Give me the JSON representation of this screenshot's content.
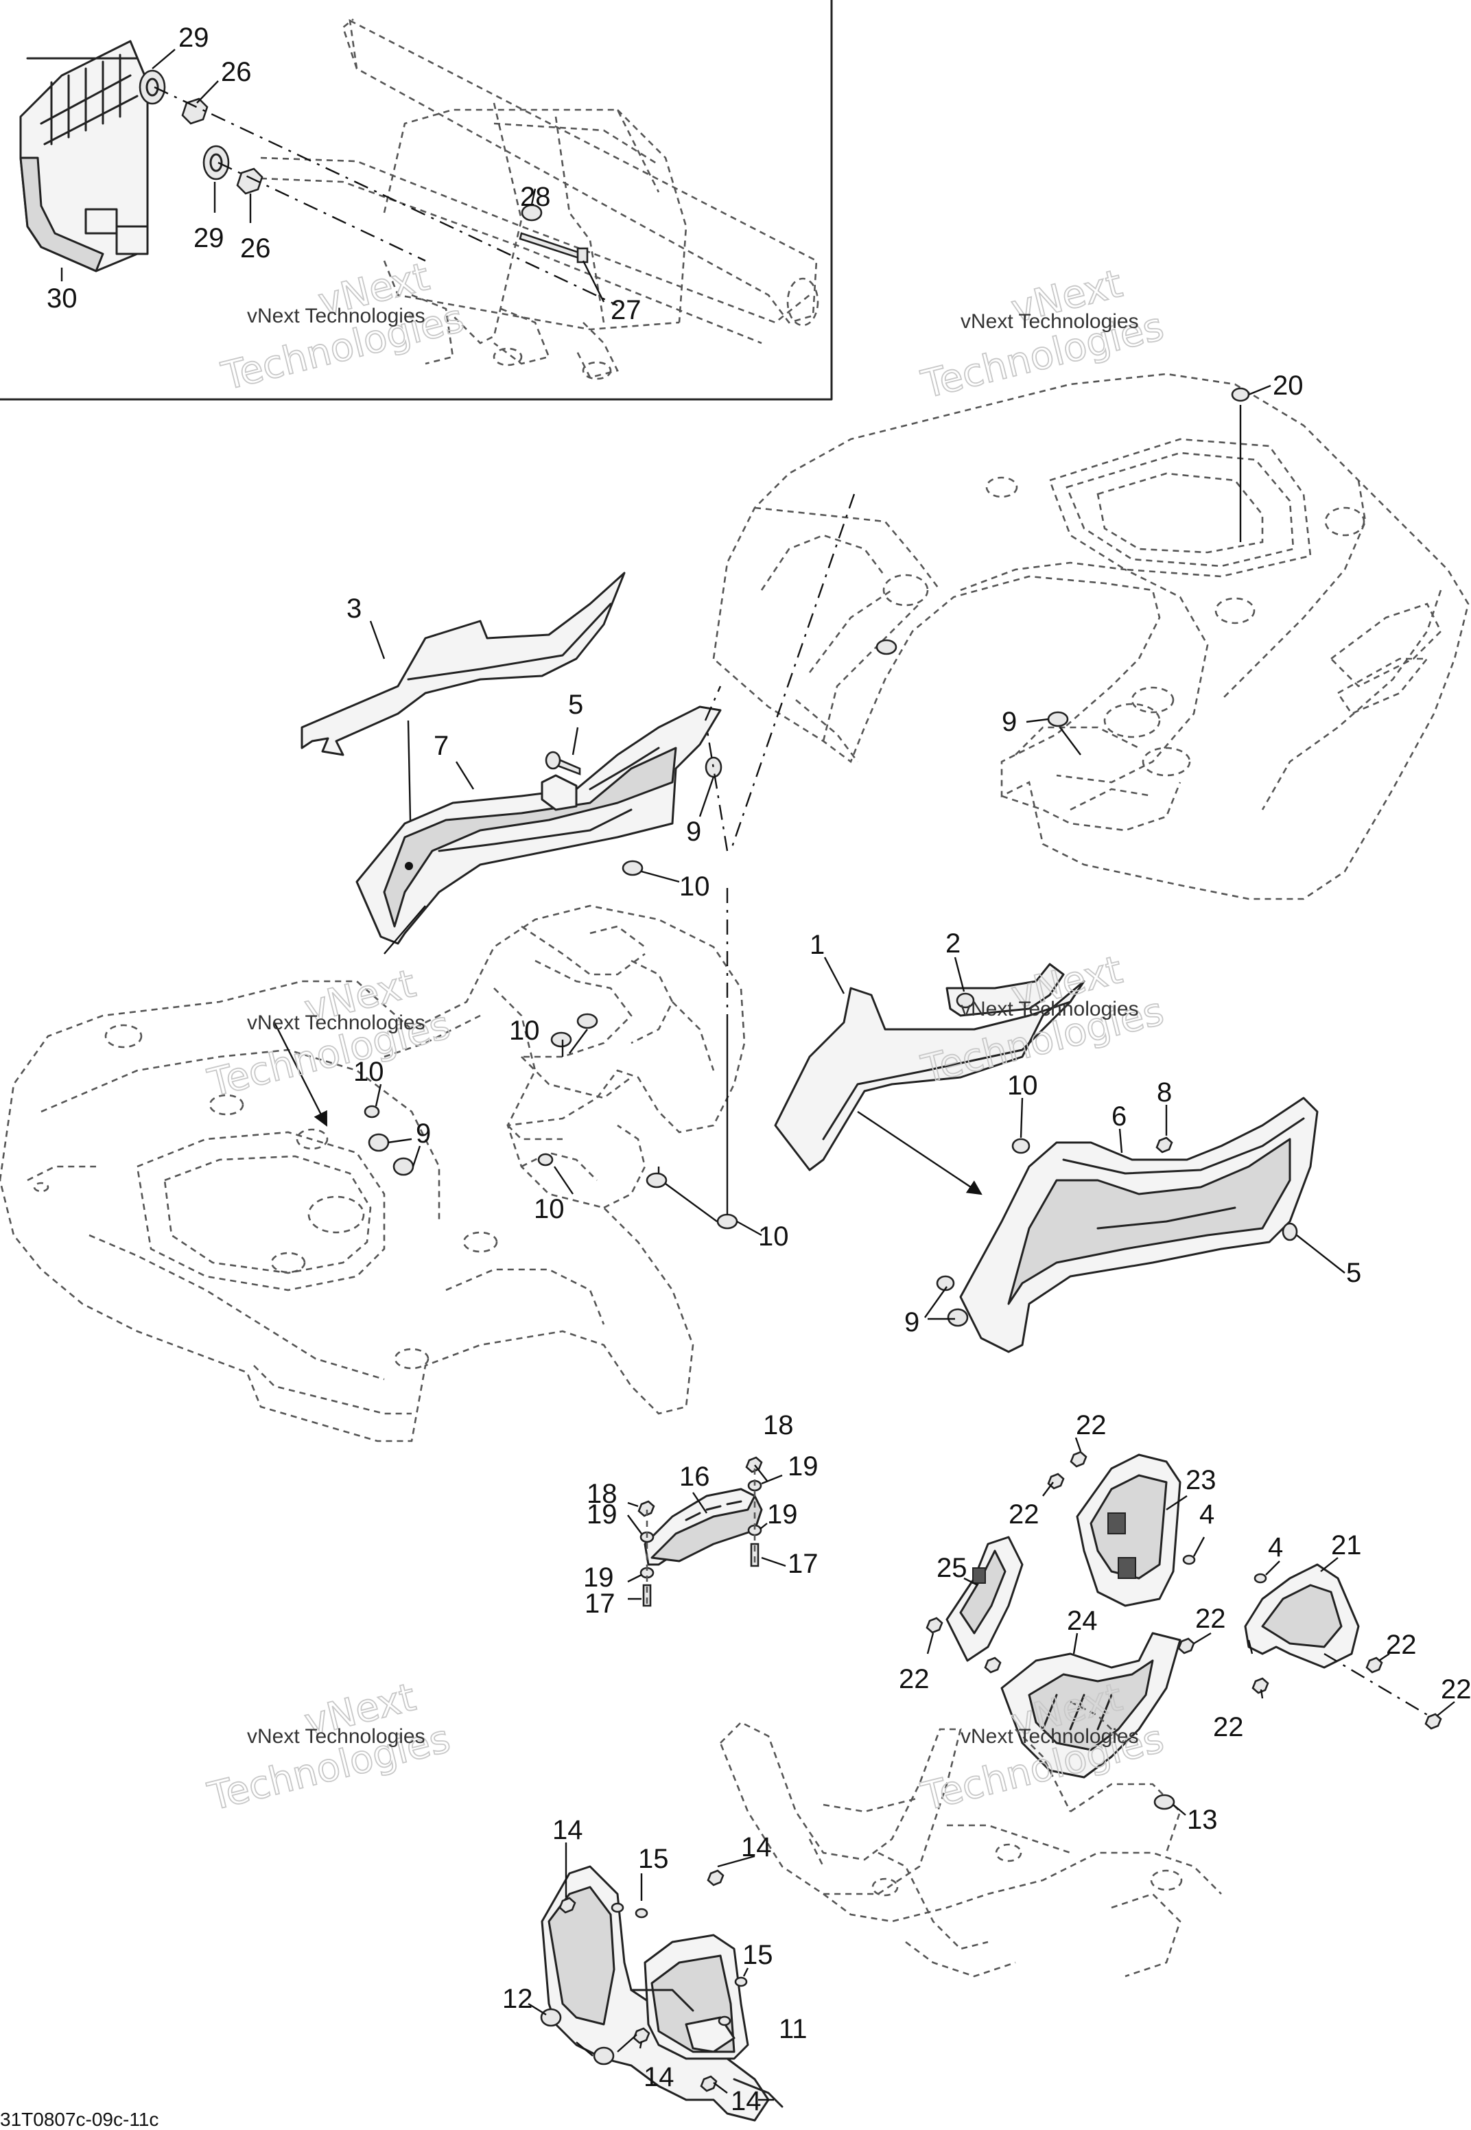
{
  "diagram": {
    "drawing_code": "31T0807c-09c-11c",
    "watermark": {
      "line1": "vNext Technologies",
      "line2": "Technologies"
    },
    "callouts": [
      "1",
      "2",
      "3",
      "4",
      "5",
      "6",
      "7",
      "8",
      "9",
      "10",
      "11",
      "12",
      "13",
      "14",
      "15",
      "16",
      "17",
      "18",
      "19",
      "20",
      "21",
      "22",
      "23",
      "24",
      "25",
      "26",
      "27",
      "28",
      "29",
      "30"
    ]
  }
}
